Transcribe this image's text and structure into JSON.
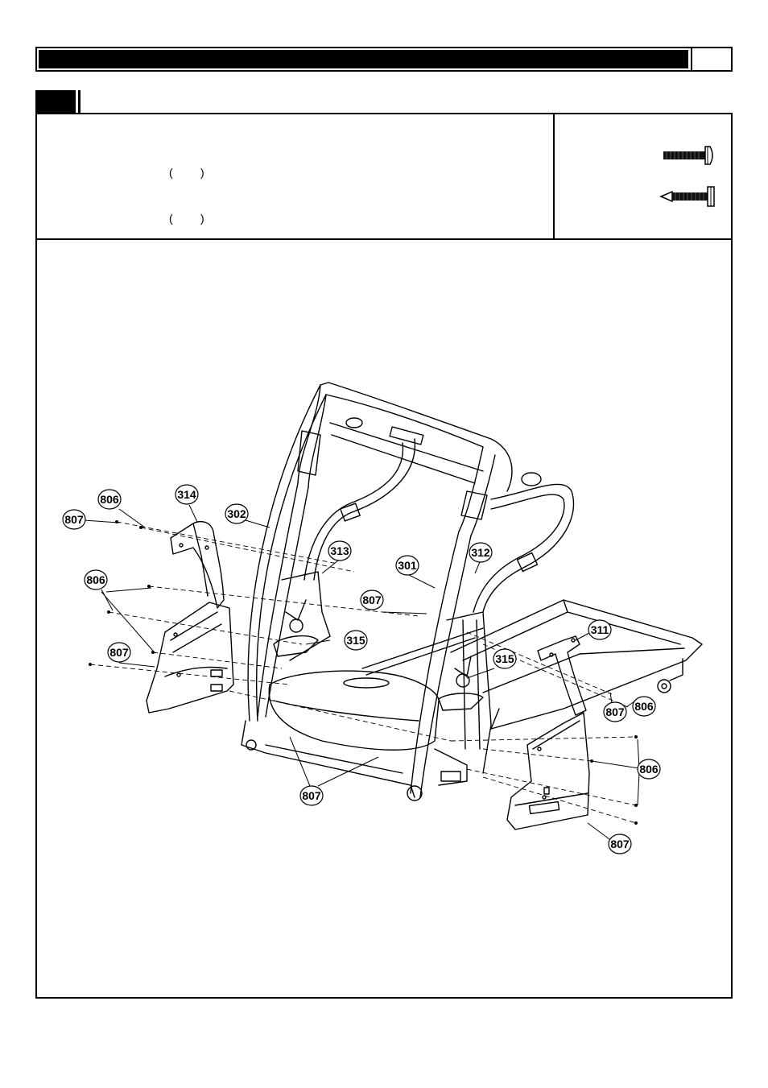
{
  "header": {
    "page_number": ""
  },
  "instructions": {
    "line1_paren_open": "(",
    "line1_paren_close": ")",
    "line2_paren_open": "(",
    "line2_paren_close": ")"
  },
  "hardware": [
    {
      "icon": "bolt-icon"
    },
    {
      "icon": "self-tapping-screw-icon"
    }
  ],
  "callouts": {
    "c806a": "806",
    "c807a": "807",
    "c314": "314",
    "c302": "302",
    "c806b": "806",
    "c313": "313",
    "c301": "301",
    "c312": "312",
    "c807b": "807",
    "c315a": "315",
    "c807c": "807",
    "c315b": "315",
    "c311": "311",
    "c807d": "807",
    "c806c": "806",
    "c806d": "806",
    "c807e": "807",
    "c807f": "807"
  }
}
